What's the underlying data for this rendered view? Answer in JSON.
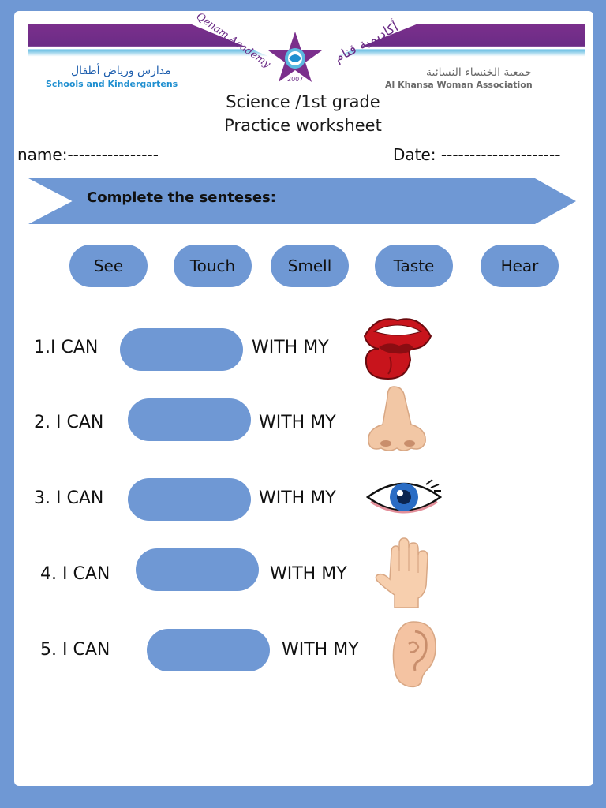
{
  "header": {
    "logo_script": "Qenam Academy",
    "logo_year": "2007",
    "logo_arabic_script": "أكاديمية قنام",
    "school_ar": "مدارس ورياض أطفال",
    "school_en": "Schools and Kindergartens",
    "assoc_ar": "جمعية الخنساء النسائية",
    "assoc_en": "Al Khansa  Woman Association"
  },
  "title": {
    "line1": "Science /1st grade",
    "line2": "Practice worksheet"
  },
  "fields": {
    "name": "name:----------------",
    "date": "Date: ---------------------"
  },
  "instruction": "Complete the senteses:",
  "word_bank": [
    "See",
    "Touch",
    "Smell",
    "Taste",
    "Hear"
  ],
  "sentences": [
    {
      "prefix": "1.I CAN",
      "suffix": "WITH MY",
      "organ_icon": "tongue-icon"
    },
    {
      "prefix": "2. I CAN",
      "suffix": "WITH MY",
      "organ_icon": "nose-icon"
    },
    {
      "prefix": "3. I CAN",
      "suffix": "WITH MY",
      "organ_icon": "eye-icon"
    },
    {
      "prefix": "4. I CAN",
      "suffix": "WITH MY",
      "organ_icon": "hand-icon"
    },
    {
      "prefix": "5.  I CAN",
      "suffix": "WITH MY",
      "organ_icon": "ear-icon"
    }
  ],
  "colors": {
    "frame": "#6f98d4",
    "purple": "#6b2c86",
    "cyan": "#5bb8e0"
  }
}
